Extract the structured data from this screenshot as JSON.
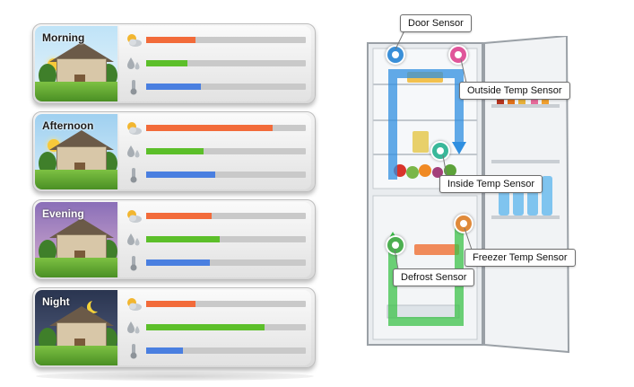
{
  "panels": [
    {
      "label": "Morning",
      "levels": [
        0.31,
        0.26,
        0.34
      ]
    },
    {
      "label": "Afternoon",
      "levels": [
        0.79,
        0.36,
        0.43
      ]
    },
    {
      "label": "Evening",
      "levels": [
        0.41,
        0.46,
        0.4
      ]
    },
    {
      "label": "Night",
      "levels": [
        0.31,
        0.74,
        0.23
      ]
    }
  ],
  "bar_colors": {
    "temperature": "#f26b3a",
    "humidity": "#5cbf2a",
    "thermometer": "#4a7fe0"
  },
  "row_icons": [
    "weather-icon",
    "humidity-drops-icon",
    "thermometer-icon"
  ],
  "sensors": {
    "door": "Door Sensor",
    "outside": "Outside Temp Sensor",
    "inside": "Inside Temp Sensor",
    "freezer": "Freezer Temp Sensor",
    "defrost": "Defrost Sensor"
  },
  "sensor_colors": {
    "door": "#3a8fd8",
    "outside": "#e0559a",
    "inside": "#3ab89a",
    "freezer": "#e08a3a",
    "defrost": "#4caf50"
  },
  "airflow_colors": {
    "fridge": "#2f8fe0",
    "freezer": "#3cc24a"
  }
}
